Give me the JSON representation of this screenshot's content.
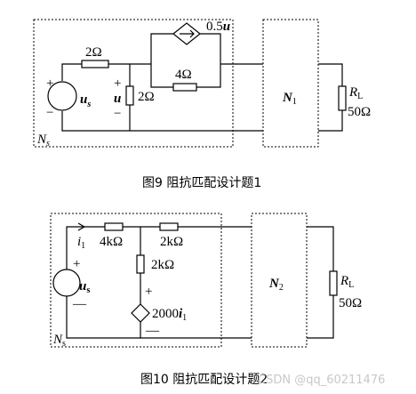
{
  "figure9": {
    "resistor_series": "2Ω",
    "resistor_shunt": "2Ω",
    "resistor_parallel": "4Ω",
    "ccs_label": "0.5",
    "ccs_var": "u",
    "source_label": "u",
    "source_sub": "s",
    "voltage_label": "u",
    "network_ns": "N",
    "network_ns_sub": "s",
    "network_n1": "N",
    "network_n1_sub": "1",
    "load_label": "R",
    "load_sub": "L",
    "load_value": "50Ω",
    "plus": "+",
    "minus": "−",
    "caption": "图9  阻抗匹配设计题1"
  },
  "figure10": {
    "current_label": "i",
    "current_sub": "1",
    "resistor_4k": "4kΩ",
    "resistor_2k_top": "2kΩ",
    "resistor_2k_shunt": "2kΩ",
    "dep_source_label": "2000",
    "dep_source_var": "i",
    "dep_source_sub": "1",
    "source_label": "u",
    "source_sub": "s",
    "network_ns": "N",
    "network_ns_sub": "s",
    "network_n2": "N",
    "network_n2_sub": "2",
    "load_label": "R",
    "load_sub": "L",
    "load_value": "50Ω",
    "plus": "+",
    "minus": "—",
    "caption": "图10  阻抗匹配设计题2"
  },
  "watermark": "CSDN @qq_60211476"
}
